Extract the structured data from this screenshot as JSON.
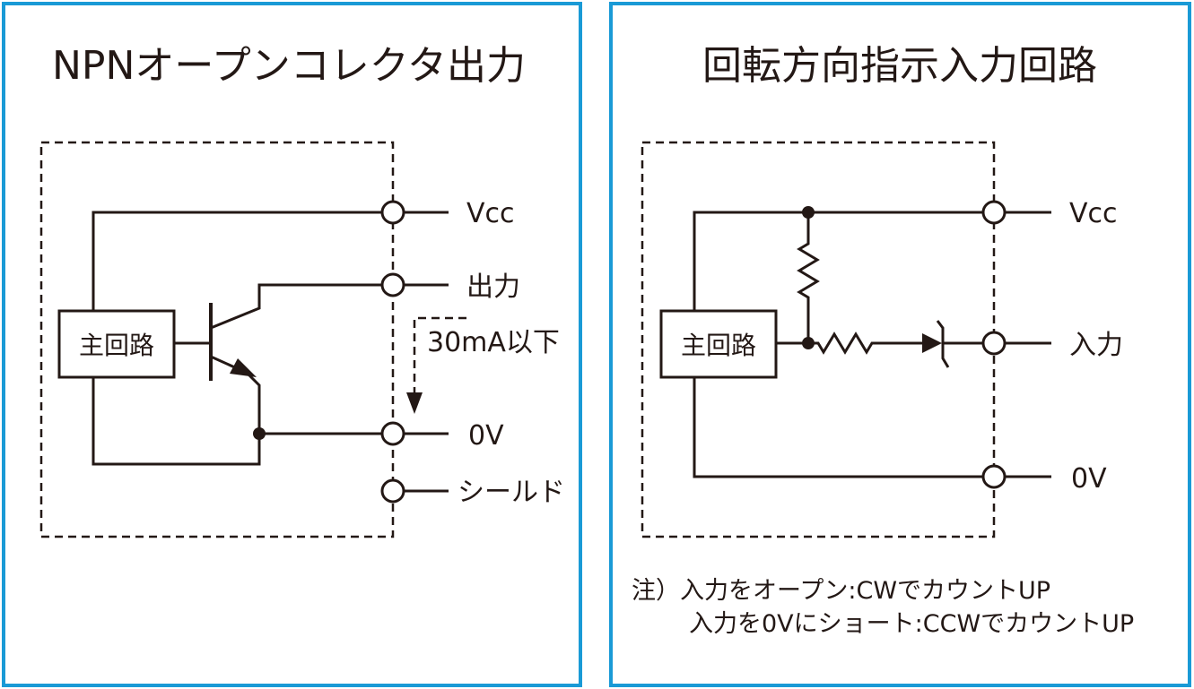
{
  "left_panel": {
    "title": "NPNオープンコレクタ出力",
    "main_circuit": "主回路",
    "terminals": {
      "vcc": "Vcc",
      "output": "出力",
      "zero_v": "0V",
      "shield": "シールド"
    },
    "current_limit": "30mA以下"
  },
  "right_panel": {
    "title": "回転方向指示入力回路",
    "main_circuit": "主回路",
    "terminals": {
      "vcc": "Vcc",
      "input": "入力",
      "zero_v": "0V"
    },
    "note_line1": "注）入力をオープン:CWでカウントUP",
    "note_line2": "入力を0Vにショート:CCWでカウントUP"
  },
  "colors": {
    "panel_border": "#1a9ad6",
    "line": "#231815"
  }
}
